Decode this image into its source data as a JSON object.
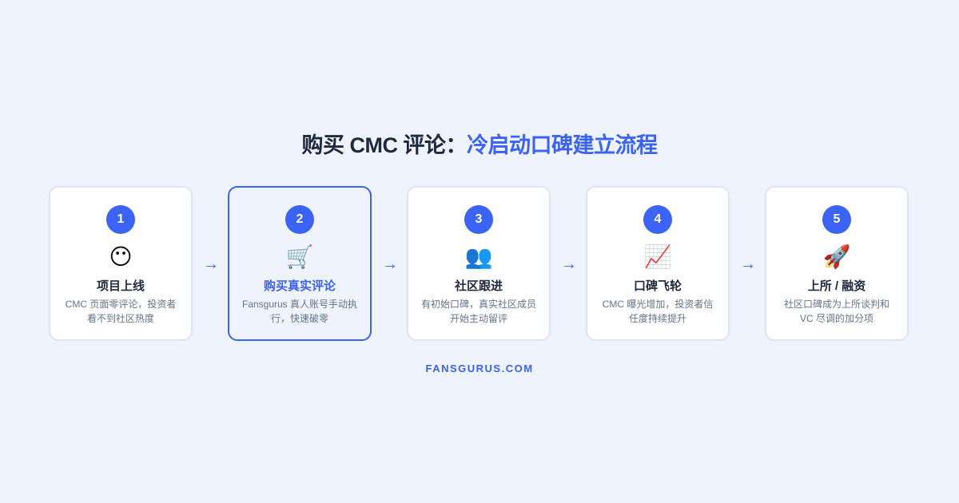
{
  "header": {
    "title_main": "购买 CMC 评论：",
    "title_accent": "冷启动口碑建立流程"
  },
  "steps": [
    {
      "number": "1",
      "icon": "😶",
      "icon_name": "face-without-mouth",
      "title": "项目上线",
      "desc": "CMC 页面零评论，投资者看不到社区热度",
      "active": false
    },
    {
      "number": "2",
      "icon": "🛒",
      "icon_name": "shopping-cart",
      "title": "购买真实评论",
      "desc": "Fansgurus 真人账号手动执行，快速破零",
      "active": true
    },
    {
      "number": "3",
      "icon": "👥",
      "icon_name": "people",
      "title": "社区跟进",
      "desc": "有初始口碑，真实社区成员开始主动留评",
      "active": false
    },
    {
      "number": "4",
      "icon": "📈",
      "icon_name": "chart-increasing",
      "title": "口碑飞轮",
      "desc": "CMC 曝光增加，投资者信任度持续提升",
      "active": false
    },
    {
      "number": "5",
      "icon": "🚀",
      "icon_name": "rocket",
      "title": "上所 / 融资",
      "desc": "社区口碑成为上所谈判和 VC 尽调的加分项",
      "active": false
    }
  ],
  "arrow_glyph": "→",
  "colors": {
    "accent": "#3b63f5",
    "background": "#eef3fe",
    "text_dark": "#1e293b",
    "text_muted": "#64748b"
  },
  "footer": {
    "brand": "FANSGURUS.COM"
  }
}
